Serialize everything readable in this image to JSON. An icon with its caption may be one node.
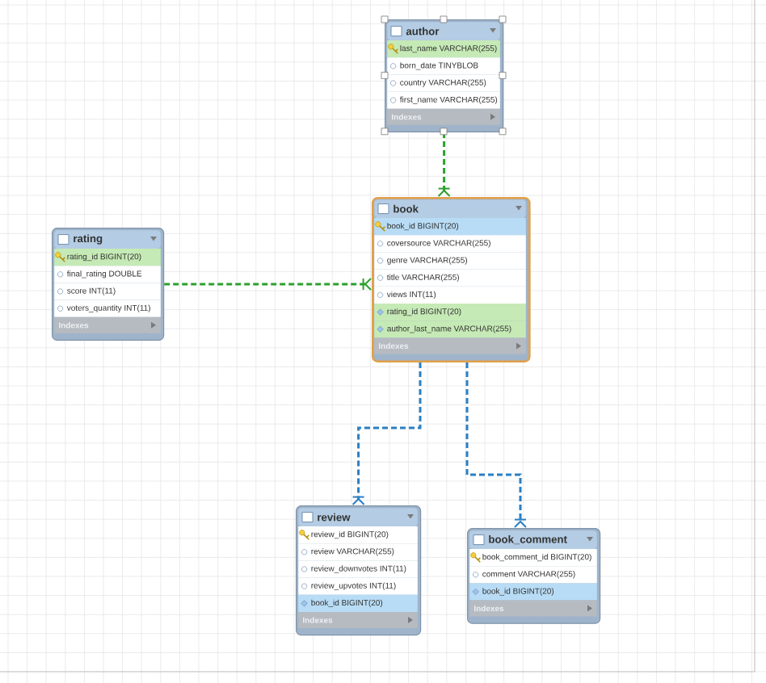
{
  "diagram": {
    "nodes": [
      {
        "text": [
          "author",
          "last_name VARCHAR(255)",
          "born_date TINYBLOB",
          "country VARCHAR(255)",
          "first_name VARCHAR(255)",
          "Indexes"
        ]
      },
      {
        "text": [
          "rating",
          "rating_id BIGINT(20)",
          "final_rating DOUBLE",
          "score INT(11)",
          "voters_quantity INT(11)",
          "Indexes"
        ]
      },
      {
        "text": [
          "book",
          "book_id BIGINT(20)",
          "coversource VARCHAR(255)",
          "genre VARCHAR(255)",
          "title VARCHAR(255)",
          "views INT(11)",
          "rating_id BIGINT(20)",
          "author_last_name VARCHAR(255)",
          "Indexes"
        ]
      },
      {
        "text": [
          "review",
          "review_id BIGINT(20)",
          "review VARCHAR(255)",
          "review_downvotes INT(11)",
          "review_upvotes INT(11)",
          "book_id BIGINT(20)",
          "Indexes"
        ]
      },
      {
        "text": [
          "book_comment",
          "book_comment_id BIGINT(20)",
          "comment VARCHAR(255)",
          "book_id BIGINT(20)",
          "Indexes"
        ]
      }
    ],
    "edges": [
      {
        "from": 0,
        "to": 2,
        "arrow": "other",
        "style": "dashed",
        "color": "#2ca02c"
      },
      {
        "from": 1,
        "to": 2,
        "arrow": "other",
        "style": "dashed",
        "color": "#2ca02c"
      },
      {
        "from": 2,
        "to": 3,
        "arrow": "other",
        "style": "dashed",
        "color": "#2a7fc4"
      },
      {
        "from": 2,
        "to": 4,
        "arrow": "other",
        "style": "dashed",
        "color": "#2a7fc4"
      }
    ]
  }
}
